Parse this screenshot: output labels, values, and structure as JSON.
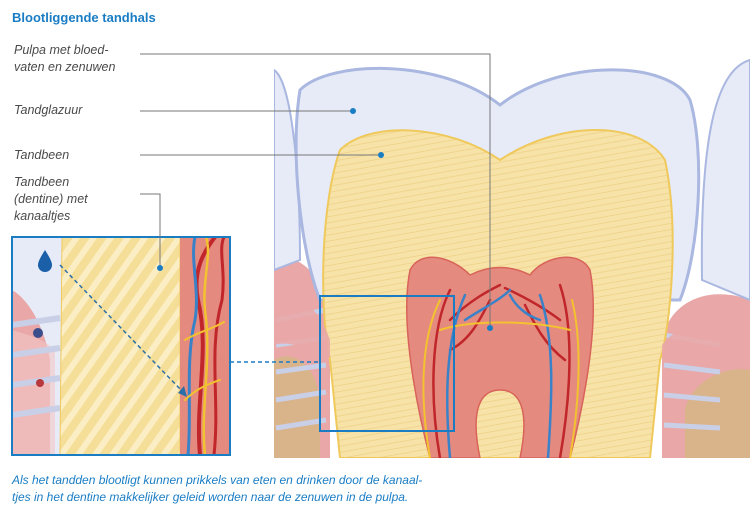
{
  "title": "Blootliggende tandhals",
  "labels": {
    "pulpa_line1": "Pulpa met bloed-",
    "pulpa_line2": "vaten en zenuwen",
    "glazuur": "Tandglazuur",
    "tandbeen": "Tandbeen",
    "dentine_line1": "Tandbeen",
    "dentine_line2": "(dentine) met",
    "dentine_line3": "kanaaltjes"
  },
  "caption": {
    "line1": "Als het tandden blootligt kunnen prikkels van eten en drinken door de kanaal-",
    "line2": "tjes in het dentine makkelijker geleid worden naar de zenuwen in de pulpa."
  },
  "colors": {
    "accent": "#1a7dc4",
    "enamel": "#e6ebf7",
    "dentin": "#f7e3a8",
    "pulp": "#e58a7f",
    "gum": "#e9a7a7",
    "vessel_red": "#c0262a",
    "vessel_blue": "#3a82c8",
    "nerve_yellow": "#f2c230"
  }
}
